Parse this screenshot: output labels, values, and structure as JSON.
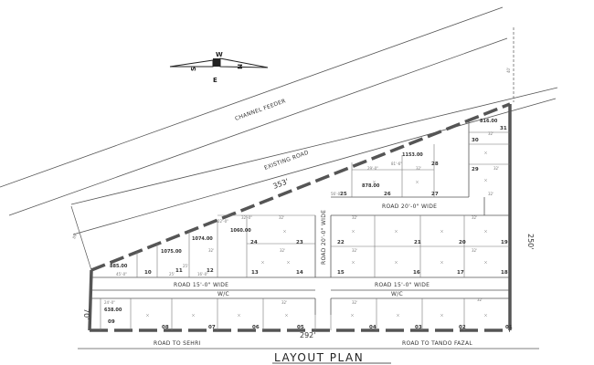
{
  "title": "LAYOUT PLAN",
  "compass": {
    "w": "W",
    "e": "E",
    "s": "S",
    "n": "N"
  },
  "roads": {
    "channel_feeder": "CHANNEL FEEDER",
    "existing_road": "EXISTING ROAD",
    "road_20": "ROAD 20'-0\" WIDE",
    "road_20_vertical": "ROAD 20'-0\" WIDE",
    "road_15_left": "ROAD 15'-0\" WIDE",
    "road_15_right": "ROAD 15'-0\" WIDE",
    "wc_left": "W/C",
    "wc_right": "W/C",
    "road_sehri": "ROAD TO SEHRI",
    "road_tando": "ROAD TO TANDO FAZAL"
  },
  "dimensions": {
    "diagonal": "353'",
    "bottom": "292'",
    "right": "250'",
    "left": "70'",
    "offset_top": "40'",
    "offset_left": "80'"
  },
  "plots": {
    "p01": "01",
    "p02": "02",
    "p03": "03",
    "p04": "04",
    "p05": "05",
    "p06": "06",
    "p07": "07",
    "p08": "08",
    "p09": "09",
    "p10": "10",
    "p11": "11",
    "p12": "12",
    "p13": "13",
    "p14": "14",
    "p15": "15",
    "p16": "16",
    "p17": "17",
    "p18": "18",
    "p19": "19",
    "p20": "20",
    "p21": "21",
    "p22": "22",
    "p23": "23",
    "p24": "24",
    "p25": "25",
    "p26": "26",
    "p27": "27",
    "p28": "28",
    "p29": "29",
    "p30": "30",
    "p31": "31"
  },
  "areas": {
    "a09": "638.00",
    "a10": "885.00",
    "a11": "1075.00",
    "a12": "1074.00",
    "a24": "1060.00",
    "a25": "878.00",
    "a28": "1153.00",
    "a31": "816.00"
  },
  "plot_dims": {
    "d1": "29'-0\"",
    "d2": "32'",
    "d3": "32'-0\"",
    "d4": "32'",
    "d5": "45'-0\"",
    "d6": "25'",
    "d7": "16'-0\"",
    "d8": "22'-0\"",
    "d9": "32'",
    "d10": "32'",
    "d11": "24'-0\"",
    "d12": "32'",
    "d13": "32'",
    "d14": "32'",
    "d15": "32'",
    "d16": "32'",
    "d17": "56'-0\"",
    "d18": "81'-6\"",
    "d19": "32'",
    "d20": "32'",
    "d21": "32'",
    "d22": "25'",
    "d23": "32'",
    "d24": "32'"
  }
}
